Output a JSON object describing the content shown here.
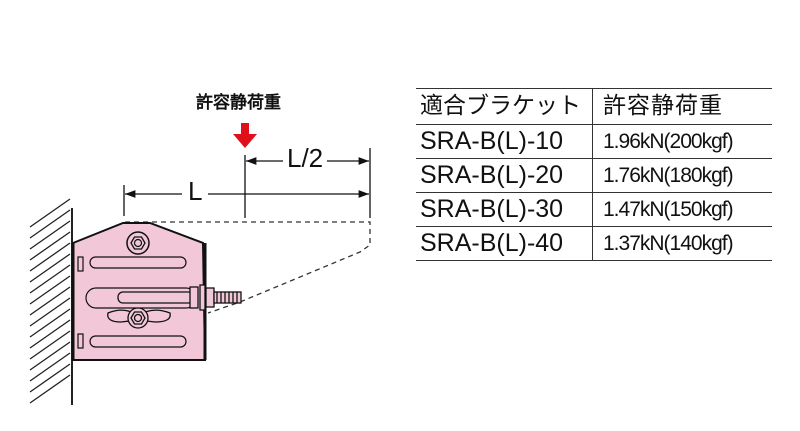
{
  "diagram": {
    "load_label": "許容静荷重",
    "dimension_l": "L",
    "dimension_half_l": "L/2",
    "colors": {
      "bracket": "#f2c8d8",
      "arrow": "#e0101a"
    }
  },
  "table": {
    "headers": [
      "適合ブラケット",
      "許容静荷重"
    ],
    "rows": [
      {
        "model": "SRA-B(L)-10",
        "load": "1.96kN(200kgf)"
      },
      {
        "model": "SRA-B(L)-20",
        "load": "1.76kN(180kgf)"
      },
      {
        "model": "SRA-B(L)-30",
        "load": "1.47kN(150kgf)"
      },
      {
        "model": "SRA-B(L)-40",
        "load": "1.37kN(140kgf)"
      }
    ]
  }
}
